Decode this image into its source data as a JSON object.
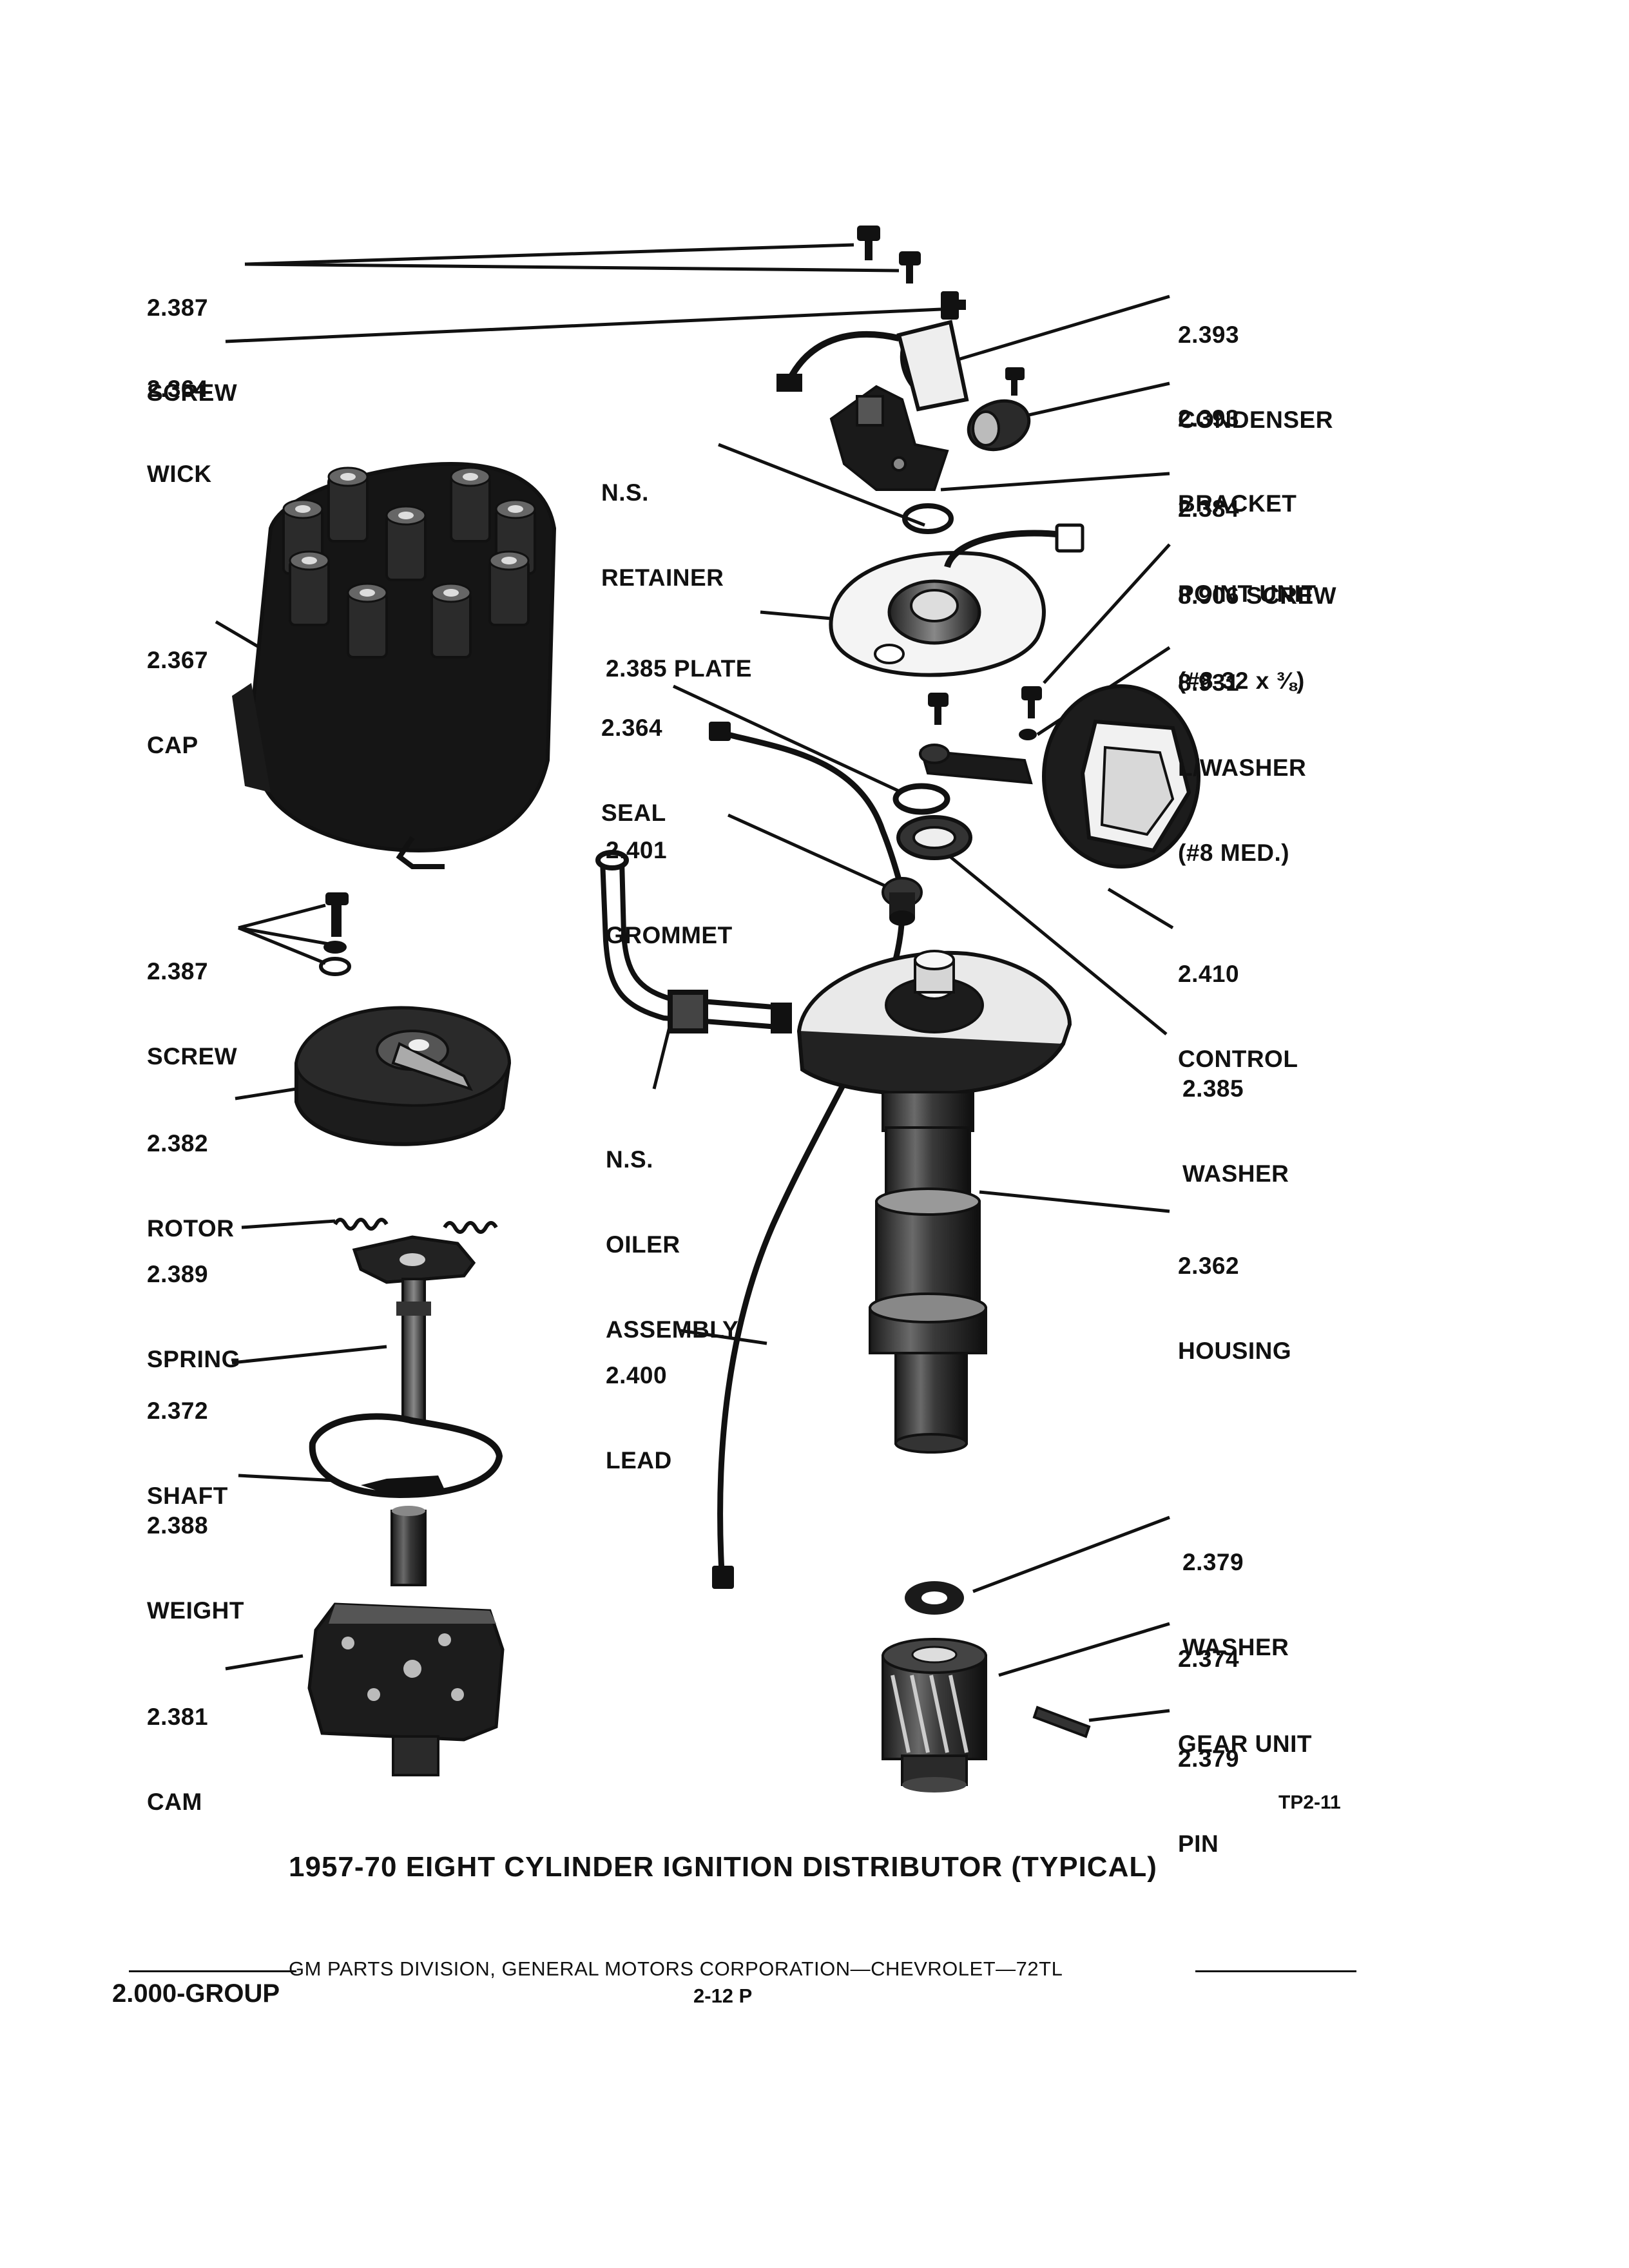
{
  "labels": {
    "screw_top": {
      "num": "2.387",
      "name": "SCREW"
    },
    "wick": {
      "num": "2.364",
      "name": "WICK"
    },
    "condenser": {
      "num": "2.393",
      "name": "CONDENSER"
    },
    "bracket": {
      "num": "2.393",
      "name": "BRACKET"
    },
    "retainer": {
      "num": "N.S.",
      "name": "RETAINER"
    },
    "point_unit": {
      "num": "2.384",
      "name": "POINT UNIT"
    },
    "screw_8906": {
      "num": "8.906 SCREW",
      "name": "(#8-32 x ⅜)"
    },
    "cap": {
      "num": "2.367",
      "name": "CAP"
    },
    "plate": {
      "num": "2.385 PLATE",
      "name": ""
    },
    "lwasher": {
      "num": "8.931",
      "name": "L/WASHER",
      "extra": "(#8 MED.)"
    },
    "seal": {
      "num": "2.364",
      "name": "SEAL"
    },
    "grommet": {
      "num": "2.401",
      "name": "GROMMET"
    },
    "screw_mid": {
      "num": "2.387",
      "name": "SCREW"
    },
    "control": {
      "num": "2.410",
      "name": "CONTROL"
    },
    "washer_2385": {
      "num": "2.385",
      "name": "WASHER"
    },
    "rotor": {
      "num": "2.382",
      "name": "ROTOR"
    },
    "oiler": {
      "num": "N.S.",
      "name": "OILER",
      "extra": "ASSEMBLY"
    },
    "spring": {
      "num": "2.389",
      "name": "SPRING"
    },
    "housing": {
      "num": "2.362",
      "name": "HOUSING"
    },
    "shaft": {
      "num": "2.372",
      "name": "SHAFT"
    },
    "lead": {
      "num": "2.400",
      "name": "LEAD"
    },
    "weight": {
      "num": "2.388",
      "name": "WEIGHT"
    },
    "washer_2379": {
      "num": "2.379",
      "name": "WASHER"
    },
    "gear_unit": {
      "num": "2.374",
      "name": "GEAR UNIT"
    },
    "cam": {
      "num": "2.381",
      "name": "CAM"
    },
    "pin": {
      "num": "2.379",
      "name": "PIN"
    }
  },
  "figure_code": "TP2-11",
  "title": "1957-70 EIGHT CYLINDER IGNITION DISTRIBUTOR (TYPICAL)",
  "footer": {
    "line": "GM PARTS DIVISION, GENERAL MOTORS CORPORATION—CHEVROLET—72TL",
    "group": "2.000-GROUP",
    "page": "2-12 P"
  }
}
